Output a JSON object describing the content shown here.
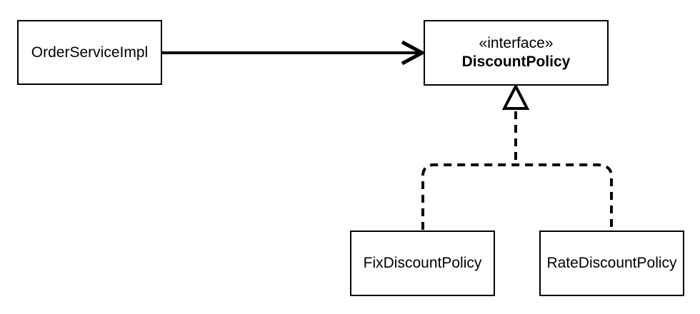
{
  "diagram": {
    "type": "uml-class-diagram",
    "colors": {
      "background": "#ffffff",
      "line": "#000000"
    },
    "nodes": {
      "order_service": {
        "label": "OrderServiceImpl"
      },
      "discount_policy": {
        "stereotype": "«interface»",
        "label": "DiscountPolicy"
      },
      "fix_discount": {
        "label": "FixDiscountPolicy"
      },
      "rate_discount": {
        "label": "RateDiscountPolicy"
      }
    },
    "relationships": [
      {
        "from": "OrderServiceImpl",
        "to": "DiscountPolicy",
        "kind": "dependency-solid-open-arrow"
      },
      {
        "from": "FixDiscountPolicy",
        "to": "DiscountPolicy",
        "kind": "realization-dashed-hollow-triangle"
      },
      {
        "from": "RateDiscountPolicy",
        "to": "DiscountPolicy",
        "kind": "realization-dashed-hollow-triangle"
      }
    ]
  }
}
